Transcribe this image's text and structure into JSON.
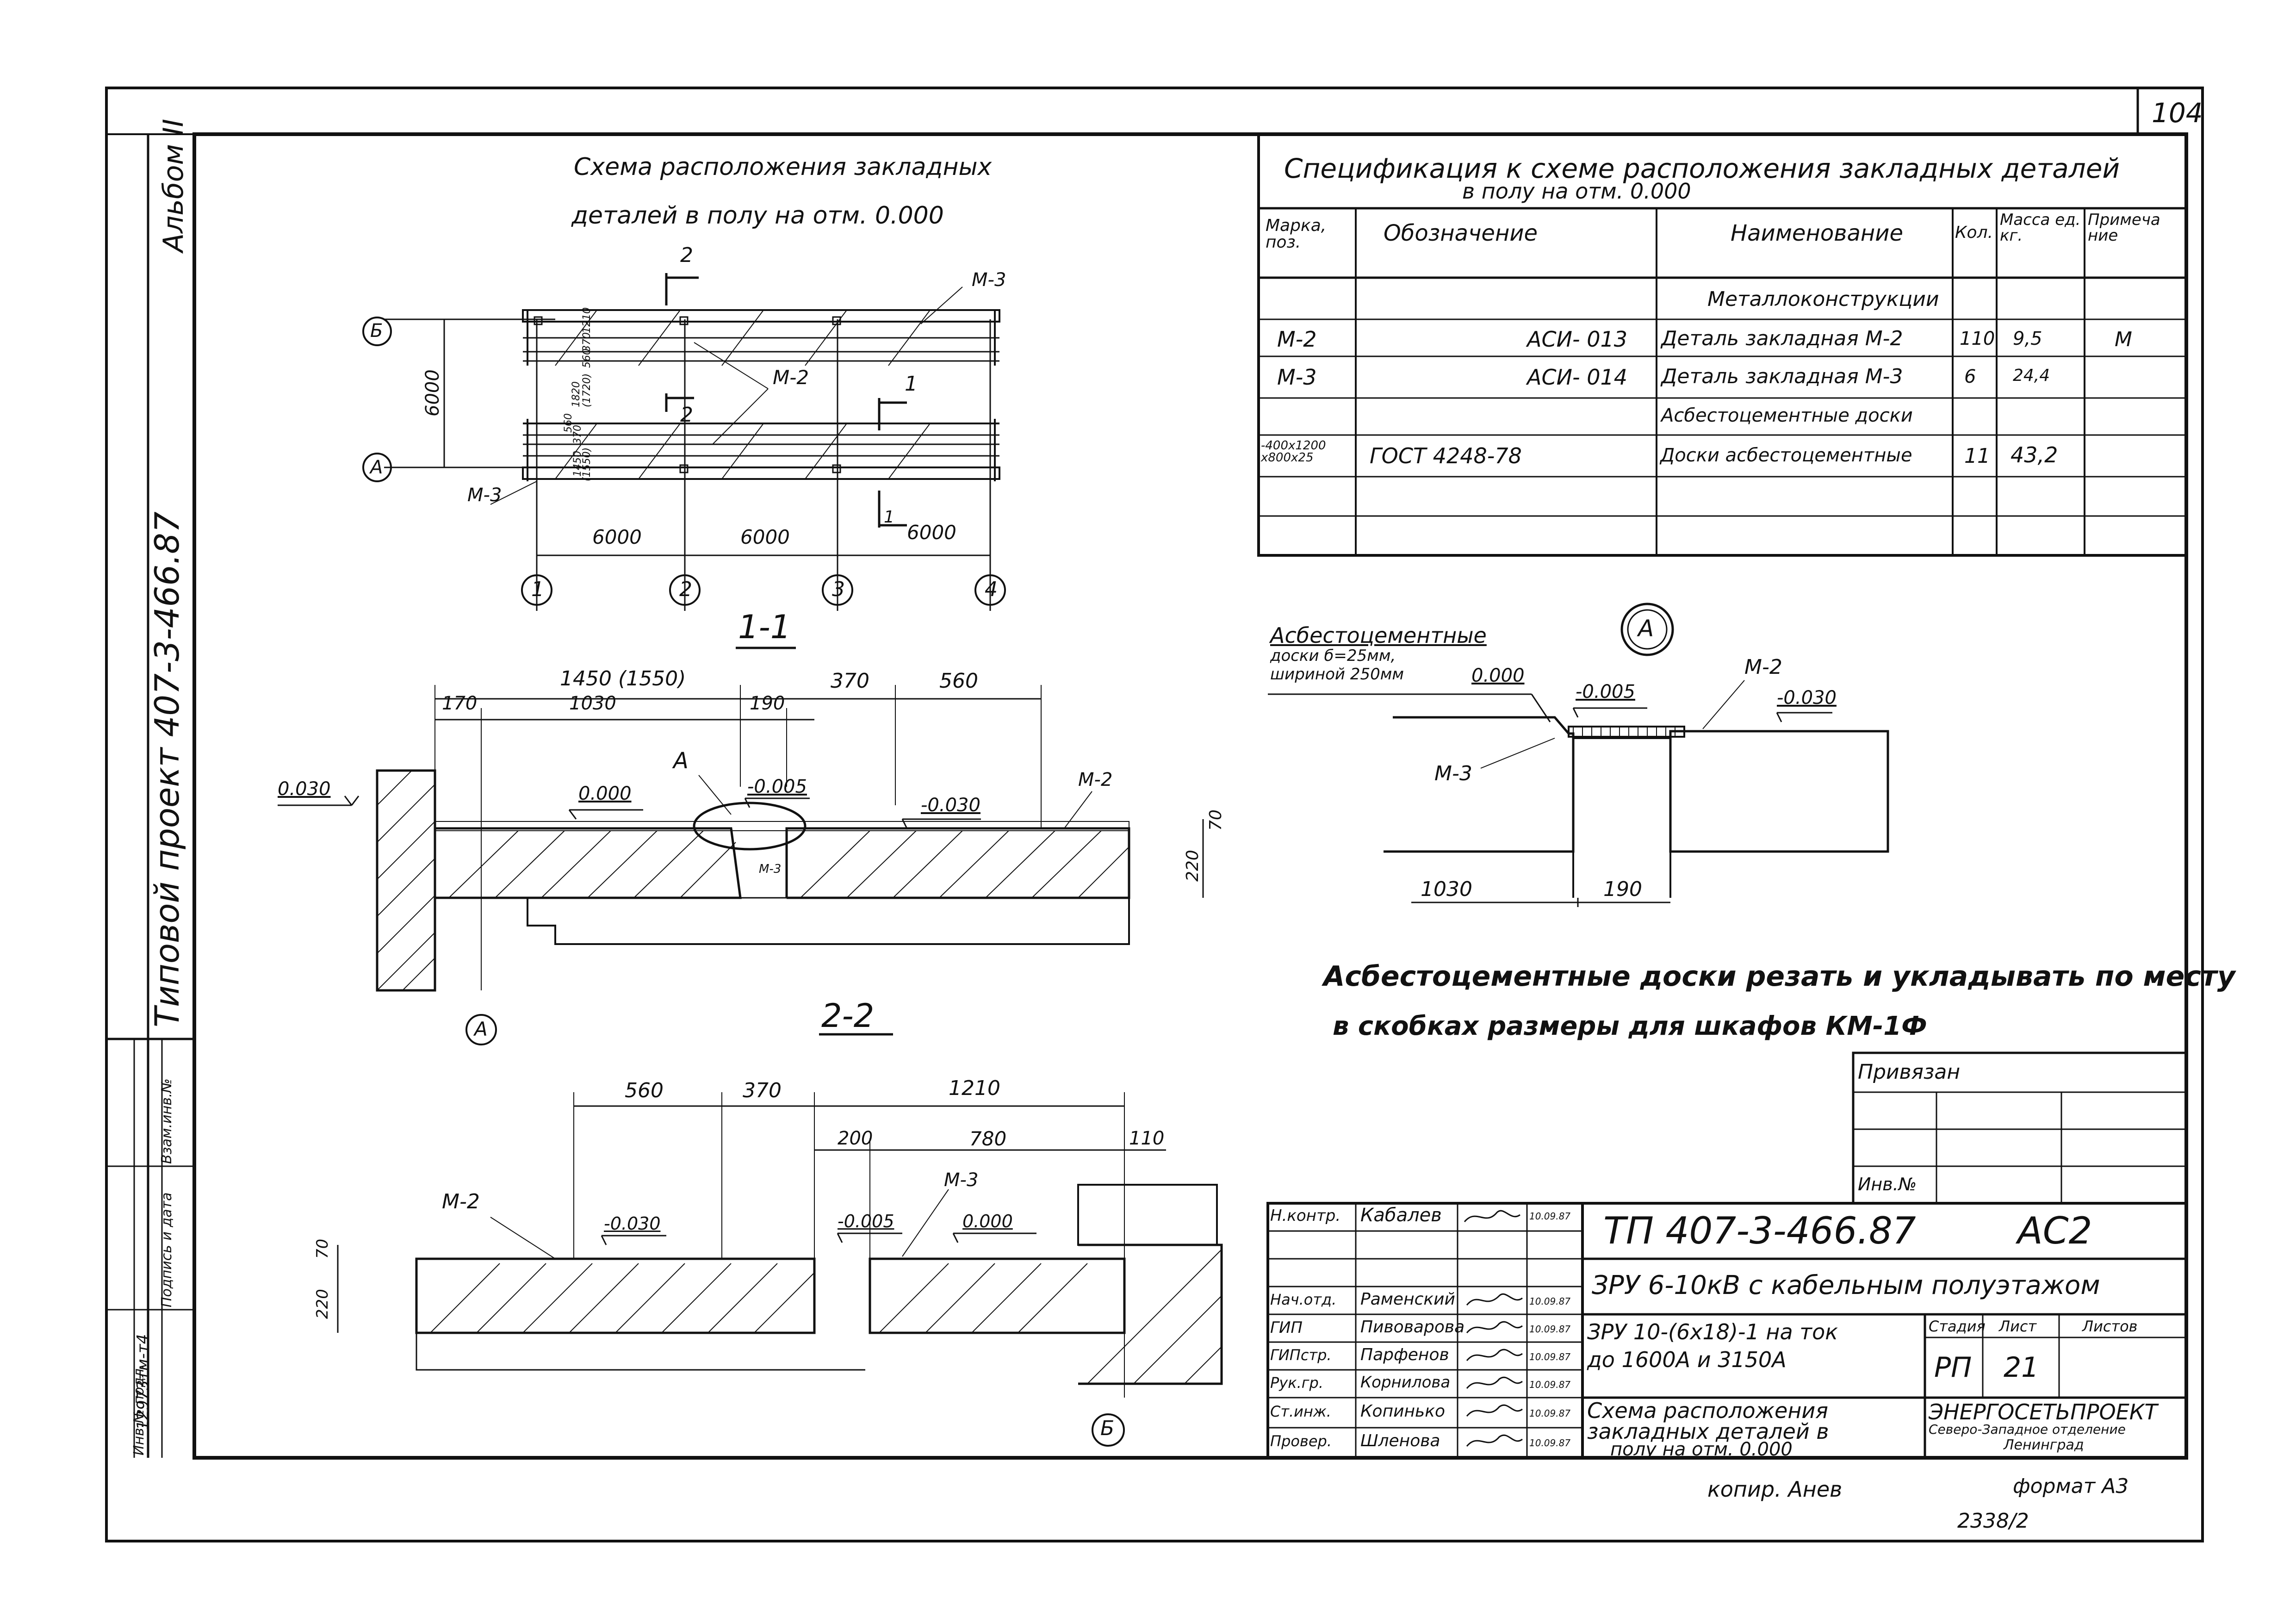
{
  "sheet": {
    "page_number": "104",
    "album": "Альбом II",
    "project_vertical": "Типовой проект   407-3-466.87",
    "stamp_bottom_left": "12973тм-т4",
    "copied": "копир.   Анев",
    "format": "формат А3",
    "order_no": "2338/2"
  },
  "left_stamp": {
    "labels": [
      "Инв.№ подл.",
      "Подпись и дата",
      "Взам.инв.№"
    ]
  },
  "plan": {
    "title_line1": "Схема расположения закладных",
    "title_line2": "деталей в полу на отм. 0.000",
    "axes_letters": [
      "Б",
      "А"
    ],
    "axes_numbers": [
      "1",
      "2",
      "3",
      "4"
    ],
    "dims_x": [
      "6000",
      "6000",
      "6000"
    ],
    "dim_y": "6000",
    "labels": [
      "М-3",
      "М-2",
      "М-3",
      "2",
      "2",
      "1",
      "1"
    ],
    "small_dims": [
      "1210",
      "370",
      "560",
      "1820",
      "(1720)",
      "560",
      "370",
      "1450",
      "(1550)"
    ]
  },
  "spec": {
    "title_line1": "Спецификация к схеме расположения закладных деталей",
    "title_line2": "в полу на отм. 0.000",
    "headers": [
      "Марка, поз.",
      "Обозначение",
      "Наименование",
      "Кол.",
      "Масса ед. кг.",
      "Примеча ние"
    ],
    "rows": [
      {
        "mark": "",
        "code": "",
        "name": "Металлоконструкции",
        "qty": "",
        "mass": "",
        "note": ""
      },
      {
        "mark": "М-2",
        "code": "АСИ- 013",
        "name": "Деталь закладная М-2",
        "qty": "110",
        "mass": "9,5",
        "note": "М"
      },
      {
        "mark": "М-3",
        "code": "АСИ- 014",
        "name": "Деталь закладная М-3",
        "qty": "6",
        "mass": "24,4",
        "note": ""
      },
      {
        "mark": "",
        "code": "",
        "name": "Асбестоцементные доски",
        "qty": "",
        "mass": "",
        "note": ""
      },
      {
        "mark": "-400x1200 x800x25",
        "code": "ГОСТ 4248-78",
        "name": "Доски асбестоцементные",
        "qty": "11",
        "mass": "43,2",
        "note": ""
      },
      {
        "mark": "",
        "code": "",
        "name": "",
        "qty": "",
        "mass": "",
        "note": ""
      },
      {
        "mark": "",
        "code": "",
        "name": "",
        "qty": "",
        "mass": "",
        "note": ""
      }
    ]
  },
  "section11": {
    "title": "1-1",
    "dims_top": [
      "1450 (1550)",
      "370",
      "560"
    ],
    "dims_second": [
      "170",
      "1030",
      "190"
    ],
    "levels": [
      "0.030",
      "0.000",
      "-0.005",
      "-0.030"
    ],
    "labels": [
      "А",
      "М-2",
      "М-3"
    ],
    "dims_right": [
      "70",
      "220"
    ],
    "axis": "А"
  },
  "section22": {
    "title": "2-2",
    "dims_top": [
      "560",
      "370",
      "1210"
    ],
    "dims_second": [
      "200",
      "780",
      "110"
    ],
    "levels": [
      "-0.030",
      "-0.005",
      "0.000"
    ],
    "labels": [
      "М-2",
      "М-3"
    ],
    "dims_left": [
      "70",
      "220"
    ],
    "axis": "Б"
  },
  "detailA": {
    "callout": "А",
    "note_line1": "Асбестоцементные",
    "note_line2": "доски б=25мм,",
    "note_line3": "шириной 250мм",
    "levels": [
      "0.000",
      "-0.005",
      "-0.030"
    ],
    "labels": [
      "М-2",
      "М-3"
    ],
    "dims": [
      "1030",
      "190"
    ]
  },
  "notes": {
    "line1": "Асбестоцементные доски резать и укладывать по месту",
    "line2": "в скобках размеры для шкафов КМ-1Ф"
  },
  "binding": {
    "title": "Привязан",
    "inv": "Инв.№"
  },
  "titleblock": {
    "people": [
      {
        "role": "Н.контр.",
        "name": "Кабалев",
        "date": "10.09.87"
      },
      {
        "role": "",
        "name": "",
        "date": ""
      },
      {
        "role": "",
        "name": "",
        "date": ""
      },
      {
        "role": "Нач.отд.",
        "name": "Раменский",
        "date": "10.09.87"
      },
      {
        "role": "ГИП",
        "name": "Пивоварова",
        "date": "10.09.87"
      },
      {
        "role": "ГИПстр.",
        "name": "Парфенов",
        "date": "10.09.87"
      },
      {
        "role": "Рук.гр.",
        "name": "Корнилова",
        "date": "10.09.87"
      },
      {
        "role": "Ст.инж.",
        "name": "Копинько",
        "date": "10.09.87"
      },
      {
        "role": "Провер.",
        "name": "Шленова",
        "date": "10.09.87"
      }
    ],
    "code": "ТП  407-3-466.87",
    "set": "АС2",
    "object": "ЗРУ 6-10кВ с кабельным полуэтажом",
    "subobject_line1": "ЗРУ 10-(6x18)-1 на ток",
    "subobject_line2": "до 1600А и 3150А",
    "sheet_title_line1": "Схема расположения",
    "sheet_title_line2": "закладных деталей в",
    "sheet_title_line3": "полу на отм. 0.000",
    "stage_label": "Стадия",
    "sheet_label": "Лист",
    "sheets_label": "Листов",
    "stage": "РП",
    "sheet": "21",
    "org_line1": "ЭНЕРГОСЕТЬПРОЕКТ",
    "org_line2": "Северо-Западное отделение",
    "org_line3": "Ленинград"
  }
}
